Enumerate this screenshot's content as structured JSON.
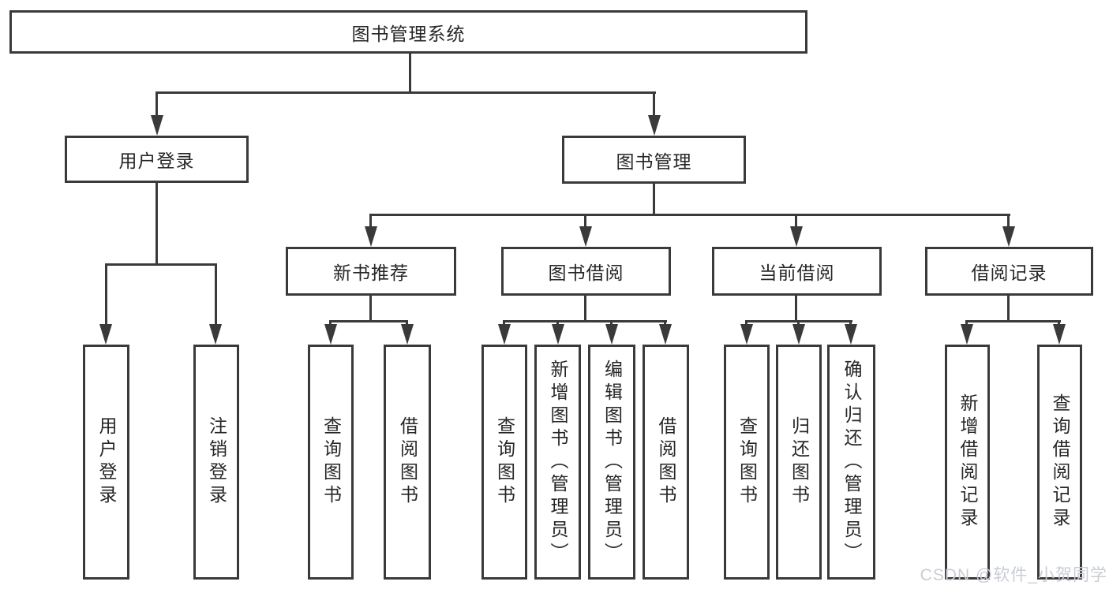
{
  "diagram": {
    "type": "tree",
    "root": {
      "label": "图书管理系统",
      "children": [
        {
          "label": "用户登录",
          "children": [
            {
              "label": "用户登录"
            },
            {
              "label": "注销登录"
            }
          ]
        },
        {
          "label": "图书管理",
          "children": [
            {
              "label": "新书推荐",
              "children": [
                {
                  "label": "查询图书"
                },
                {
                  "label": "借阅图书"
                }
              ]
            },
            {
              "label": "图书借阅",
              "children": [
                {
                  "label": "查询图书"
                },
                {
                  "label": "新增图书（管理员）"
                },
                {
                  "label": "编辑图书（管理员）"
                },
                {
                  "label": "借阅图书"
                }
              ]
            },
            {
              "label": "当前借阅",
              "children": [
                {
                  "label": "查询图书"
                },
                {
                  "label": "归还图书"
                },
                {
                  "label": "确认归还（管理员）"
                }
              ]
            },
            {
              "label": "借阅记录",
              "children": [
                {
                  "label": "新增借阅记录"
                },
                {
                  "label": "查询借阅记录"
                }
              ]
            }
          ]
        }
      ]
    }
  },
  "watermark": {
    "text": "CSDN @软件_小贺同学"
  },
  "colors": {
    "line": "#3a3a3a",
    "text": "#262626",
    "background": "#ffffff",
    "watermark": "#c9cdd4"
  }
}
